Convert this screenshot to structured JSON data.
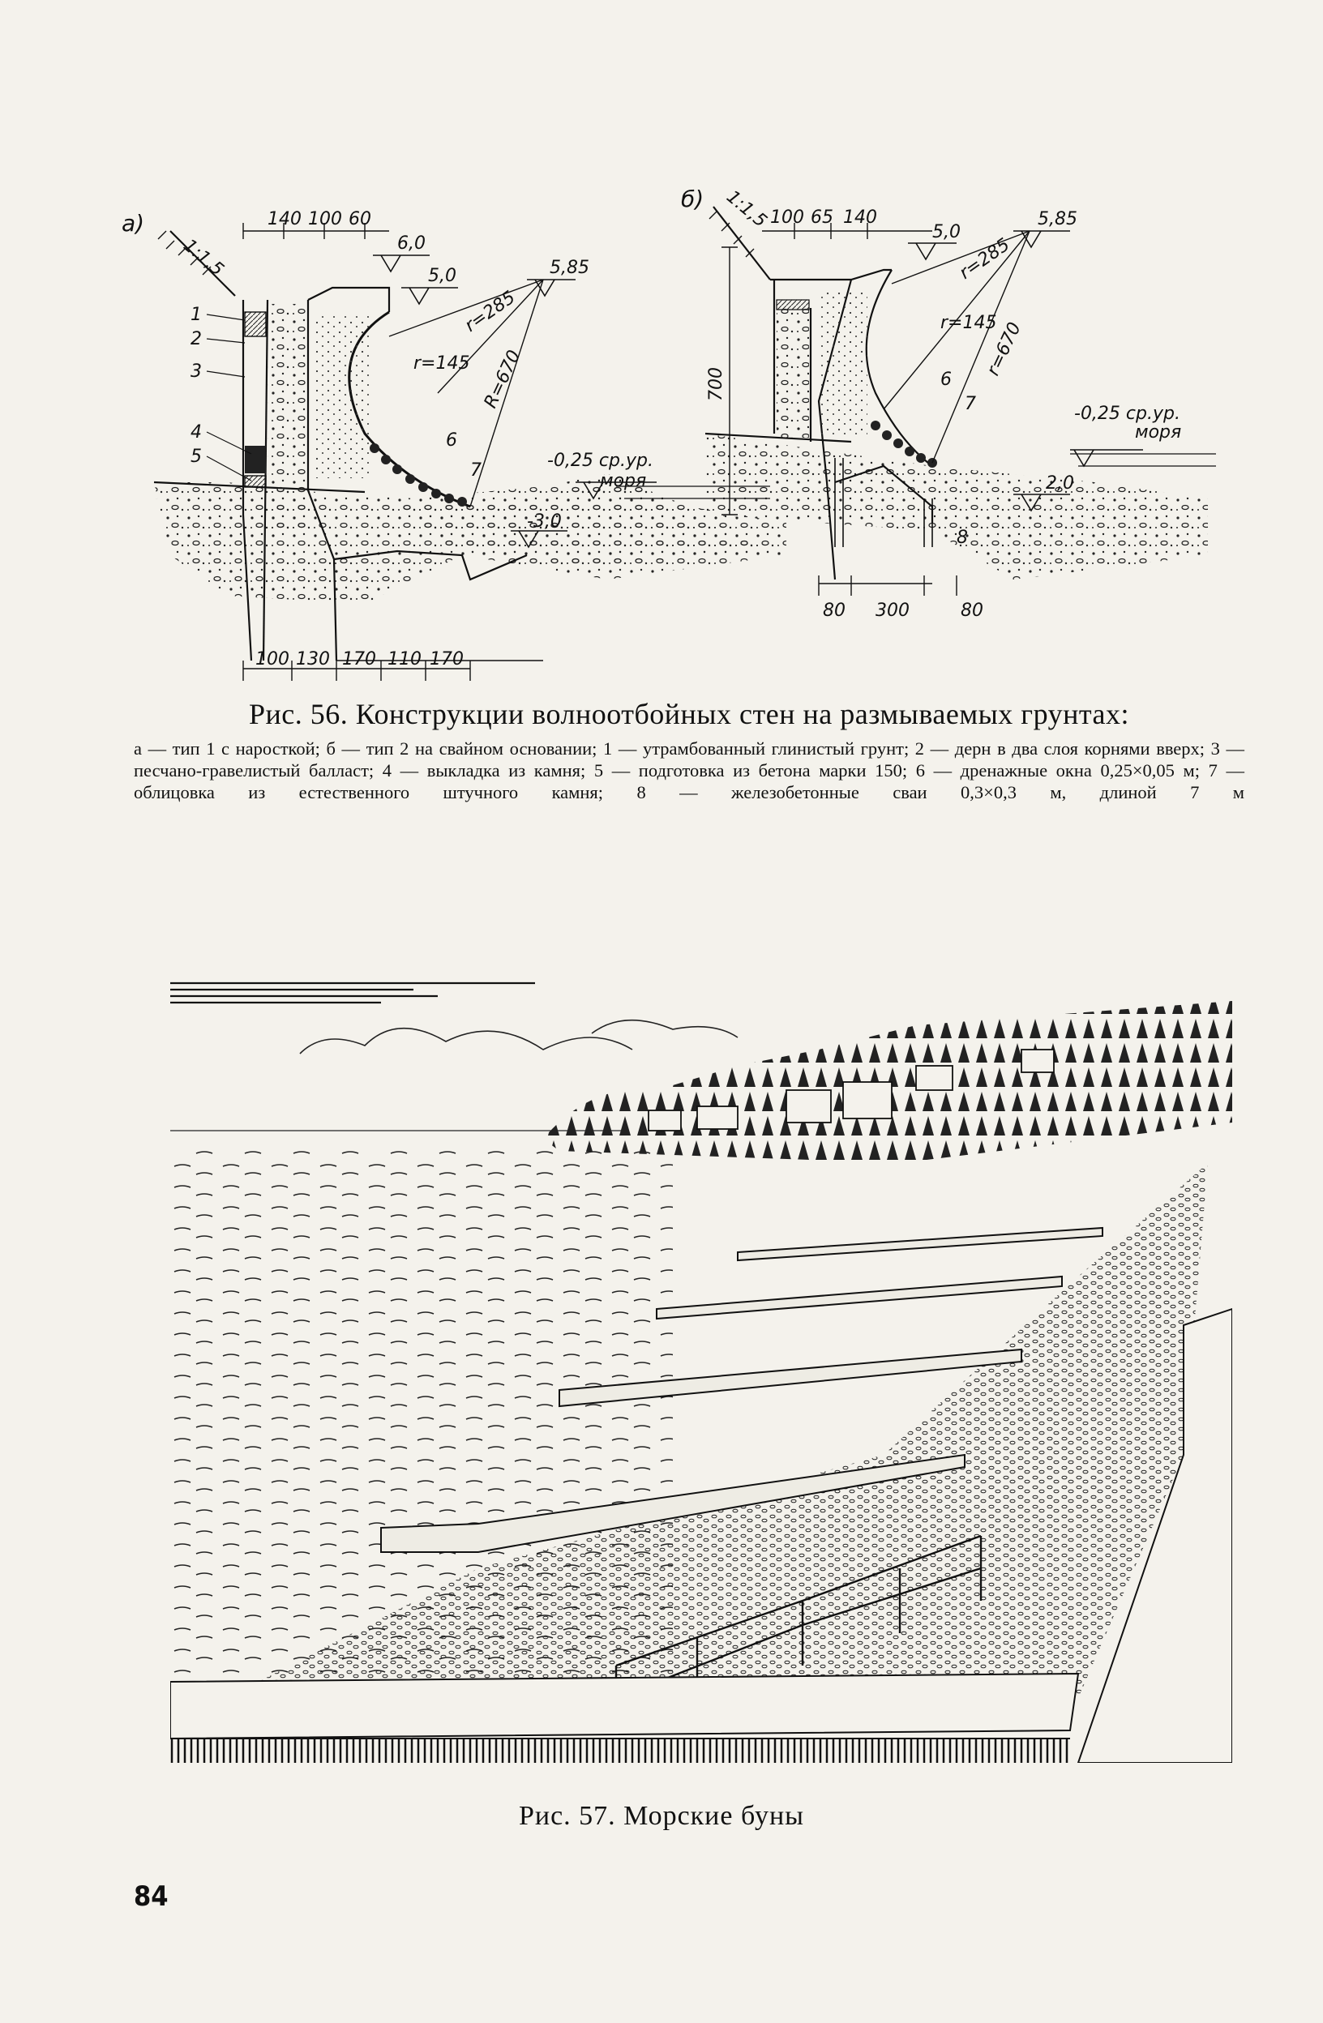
{
  "figure56": {
    "panel_a": {
      "label": "а)",
      "slope": "1:1,5",
      "top_dims": [
        "140",
        "100",
        "60"
      ],
      "levels": [
        "6,0",
        "5,0",
        "5,85",
        "-0,25 ср.ур.",
        "моря",
        "-3,0"
      ],
      "radii": [
        "r=285",
        "r=145",
        "R=670"
      ],
      "callouts": [
        "1",
        "2",
        "3",
        "4",
        "5",
        "6",
        "7"
      ],
      "bottom_dims": [
        "100",
        "130",
        "170",
        "110",
        "170"
      ]
    },
    "panel_b": {
      "label": "б)",
      "slope": "1:1,5",
      "top_dims": [
        "100",
        "65",
        "140"
      ],
      "levels": [
        "5,0",
        "5,85",
        "-0,25 ср.ур.",
        "моря",
        "2,0"
      ],
      "radii": [
        "r=285",
        "r=145",
        "r=670"
      ],
      "height_dim": "700",
      "callouts": [
        "6",
        "7",
        "8"
      ],
      "bottom_dims": [
        "80",
        "300",
        "80"
      ]
    },
    "caption_title": "Рис. 56. Конструкции волноотбойных стен на размываемых грунтах:",
    "caption_legend": "а — тип 1 с наросткой; б — тип 2 на свайном основании; 1 — утрамбованный глинистый грунт; 2 — дерн в два слоя корнями вверх; 3 — песчано-гравелистый балласт; 4 — выкладка из камня; 5 — подготовка из бетона марки 150; 6 — дренажные окна 0,25×0,05 м; 7 — облицовка из естественного штучного камня; 8 — железобетонные сваи 0,3×0,3 м, длиной 7 м"
  },
  "figure57": {
    "caption": "Рис. 57. Морские буны"
  },
  "page_number": "84"
}
